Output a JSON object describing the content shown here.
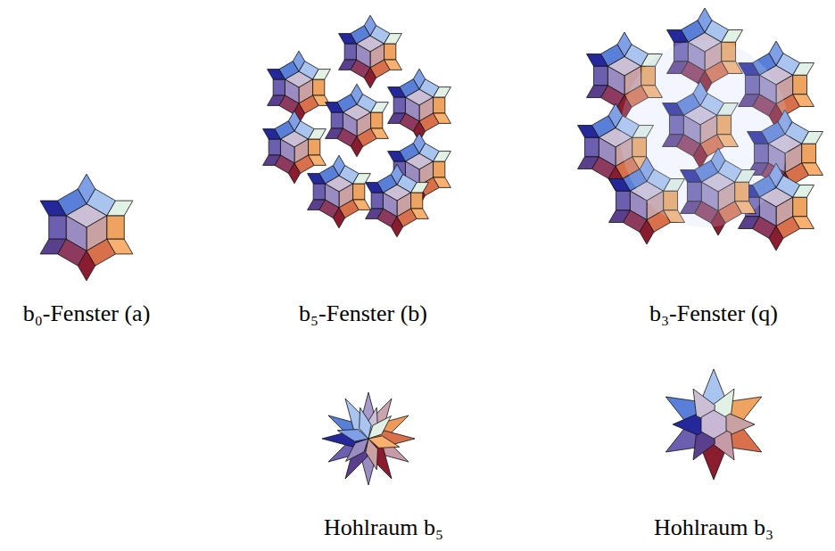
{
  "diagram": {
    "labels": [
      "b₀-Fenster (a)",
      "b₅-Fenster (b)",
      "b₃-Fenster (q)",
      "Hohlraum b₅",
      "Hohlraum b₃"
    ]
  }
}
